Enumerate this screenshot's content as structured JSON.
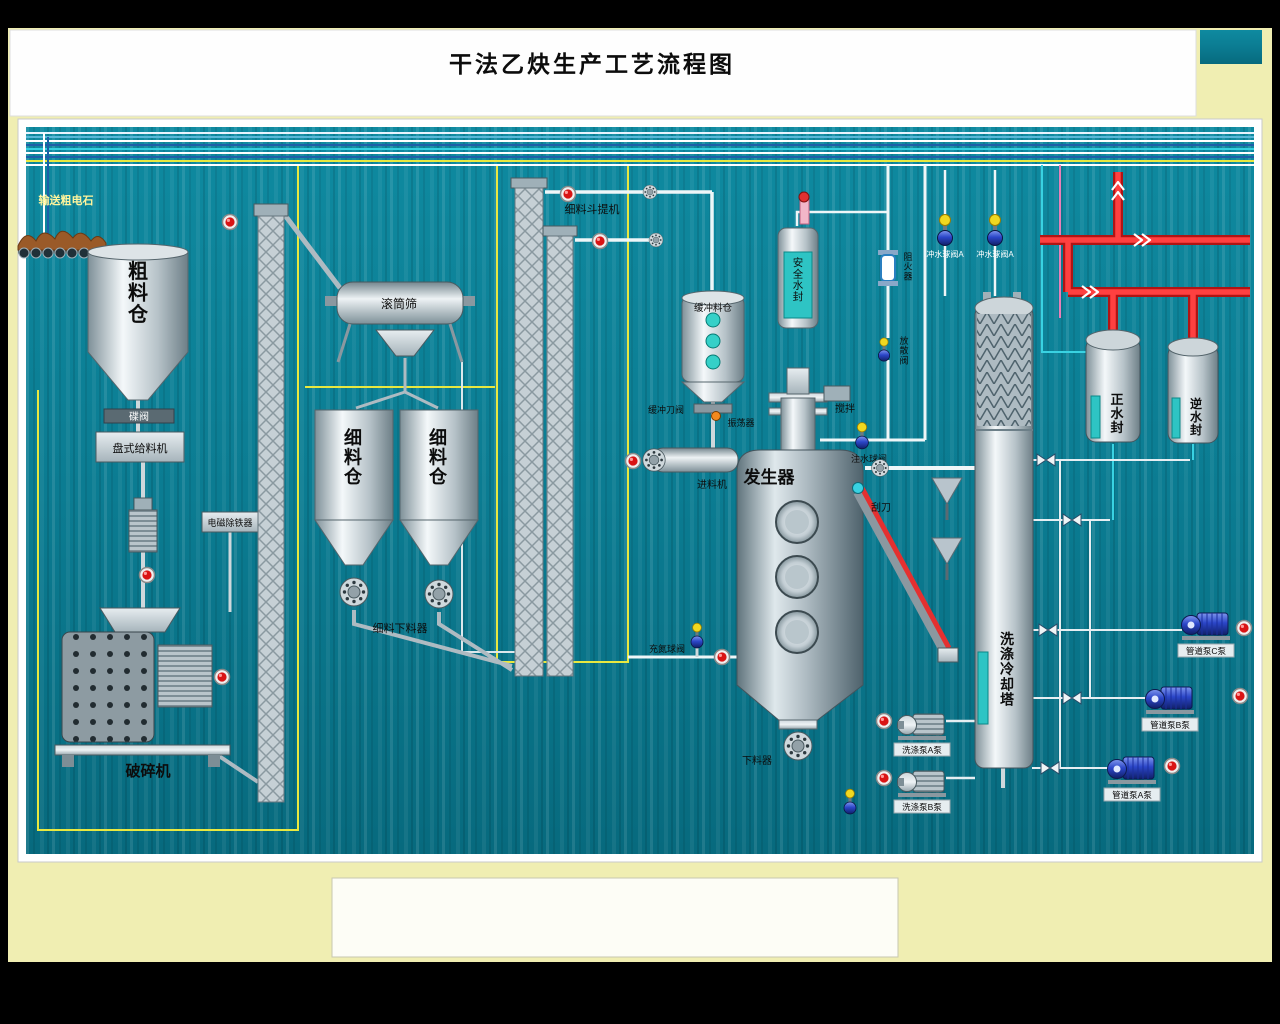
{
  "title": "干法乙炔生产工艺流程图",
  "colors": {
    "background_teal": "#0b7c92",
    "frame_yellow": "#f0eeb2",
    "hot_pipe_red": "#ff4040",
    "signal_yellow": "#e8e840",
    "water_teal": "#2ec4c4"
  },
  "labels": {
    "conveyor": "输送粗电石",
    "coarse_silo": "粗料仓",
    "butterfly_valve": "碟阀",
    "disc_feeder": "盘式给料机",
    "magnetic_separator": "电磁除铁器",
    "crusher": "破碎机",
    "drum_screen": "滚筒筛",
    "fine_silo_1": "细料仓",
    "fine_silo_2": "细料仓",
    "fine_discharger": "细料下料器",
    "bucket_elevator": "细料斗提机",
    "buffer_silo": "缓冲料仓",
    "buffer_knife_valve": "缓冲刀阀",
    "oscillator": "振荡器",
    "feeder": "进料机",
    "generator": "发生器",
    "safety_water_seal": "安全水封",
    "agitator": "搅拌",
    "water_inject_valve": "注水球阀",
    "nitrogen_valve": "充氮球阀",
    "discharger": "下料器",
    "scraper": "刮刀",
    "washing_tower": "洗涤冷却塔",
    "flush_valve_a1": "冲水球阀A",
    "flush_valve_a2": "冲水球阀A",
    "flame_arrester": "阻火器",
    "vent_valve": "放散阀",
    "positive_water_seal": "正水封",
    "reverse_water_seal": "逆水封",
    "wash_pump_a": "洗涤泵A泵",
    "wash_pump_b": "洗涤泵B泵",
    "pipe_pump_a": "管道泵A泵",
    "pipe_pump_b": "管道泵B泵",
    "pipe_pump_c": "管道泵C泵"
  }
}
